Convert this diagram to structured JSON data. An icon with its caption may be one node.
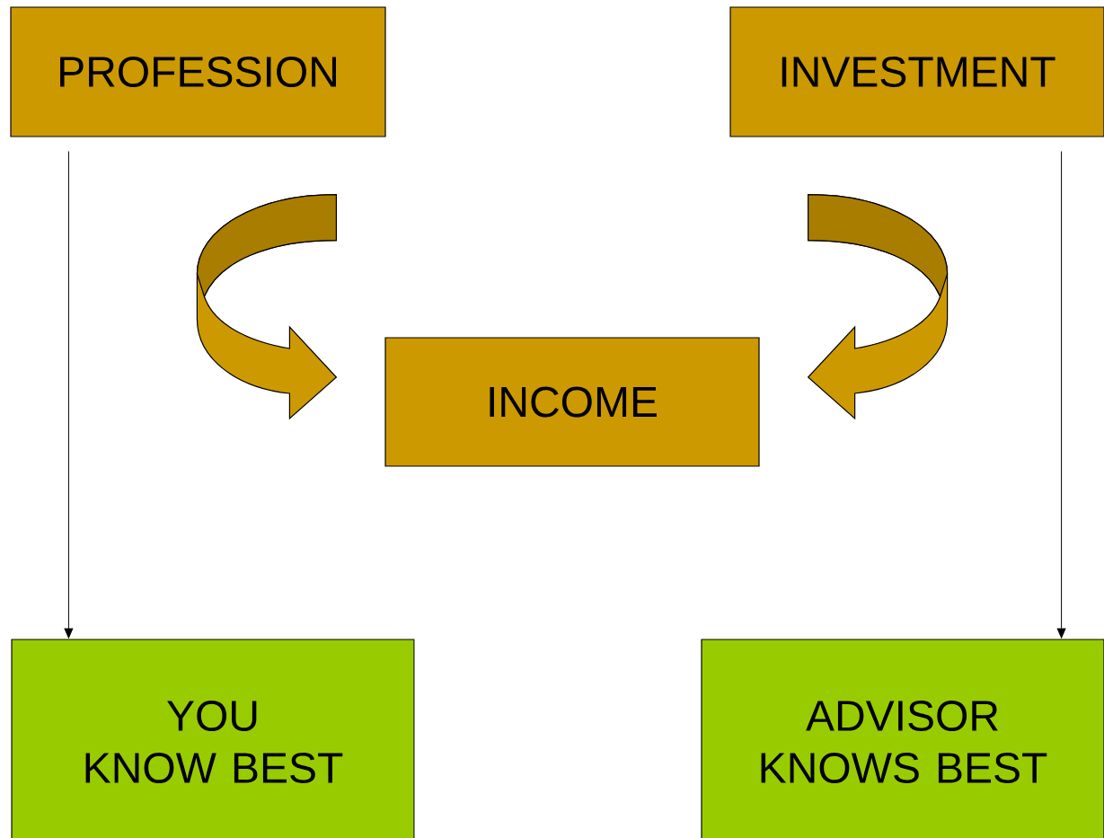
{
  "diagram": {
    "nodes": [
      {
        "text": [
          "PROFESSION"
        ]
      },
      {
        "text": [
          "INVESTMENT"
        ]
      },
      {
        "text": [
          "INCOME"
        ]
      },
      {
        "text": [
          "YOU KNOW BEST"
        ]
      },
      {
        "text": [
          "ADVISOR KNOWS BEST"
        ]
      }
    ],
    "edges": [
      {
        "from": 0,
        "to": 3,
        "arrow": "to"
      },
      {
        "from": 1,
        "to": 4,
        "arrow": "to"
      },
      {
        "from": 0,
        "to": 2,
        "arrow": "to",
        "style": "thick",
        "color": "#cc9900"
      },
      {
        "from": 1,
        "to": 2,
        "arrow": "to",
        "style": "thick",
        "color": "#cc9900"
      }
    ]
  }
}
